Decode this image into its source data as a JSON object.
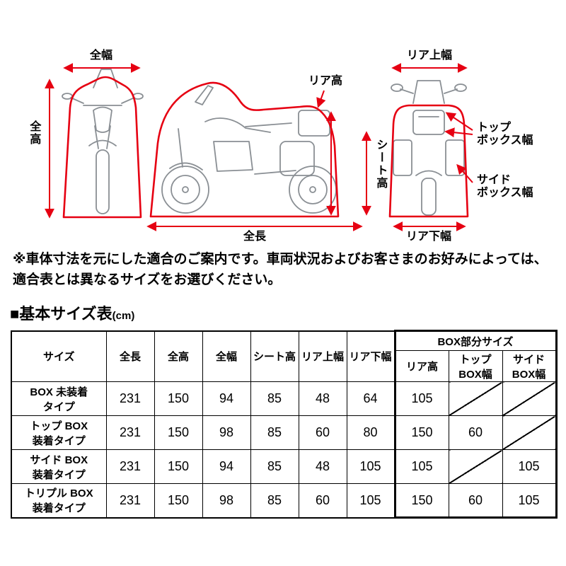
{
  "diagram": {
    "labels": {
      "overall_width": "全幅",
      "overall_height": "全高",
      "rear_height": "リア高",
      "seat_height": "シート高",
      "overall_length": "全長",
      "rear_upper_width": "リア上幅",
      "top_box_width": "トップ\nボックス幅",
      "side_box_width": "サイド\nボックス幅",
      "rear_lower_width": "リア下幅"
    },
    "colors": {
      "cover_outline": "#e60012",
      "bike_lineart": "#8a8f94",
      "label_text": "#000000"
    }
  },
  "note": {
    "text": "※車体寸法を元にした適合のご案内です。車両状況およびお客さまのお好みによっては、適合表とは異なるサイズをお選びください。"
  },
  "section": {
    "title": "■基本サイズ表",
    "unit": "(cm)"
  },
  "table": {
    "headers": {
      "size": "サイズ",
      "length": "全長",
      "height": "全高",
      "width": "全幅",
      "seat_height": "シート高",
      "rear_upper": "リア上幅",
      "rear_lower": "リア下幅"
    },
    "box_group": {
      "title": "BOX部分サイズ",
      "rear_height": "リア高",
      "top_box": "トップ\nBOX幅",
      "side_box": "サイド\nBOX幅"
    },
    "rows": [
      {
        "label": "BOX 未装着\nタイプ",
        "length": "231",
        "height": "150",
        "width": "94",
        "seat": "85",
        "rear_upper": "48",
        "rear_lower": "64",
        "rear_height": "105",
        "top_box": "",
        "side_box": ""
      },
      {
        "label": "トップ BOX\n装着タイプ",
        "length": "231",
        "height": "150",
        "width": "98",
        "seat": "85",
        "rear_upper": "60",
        "rear_lower": "80",
        "rear_height": "150",
        "top_box": "60",
        "side_box": ""
      },
      {
        "label": "サイド BOX\n装着タイプ",
        "length": "231",
        "height": "150",
        "width": "94",
        "seat": "85",
        "rear_upper": "48",
        "rear_lower": "105",
        "rear_height": "105",
        "top_box": "",
        "side_box": "105"
      },
      {
        "label": "トリプル BOX\n装着タイプ",
        "length": "231",
        "height": "150",
        "width": "98",
        "seat": "85",
        "rear_upper": "60",
        "rear_lower": "105",
        "rear_height": "150",
        "top_box": "60",
        "side_box": "105"
      }
    ]
  }
}
